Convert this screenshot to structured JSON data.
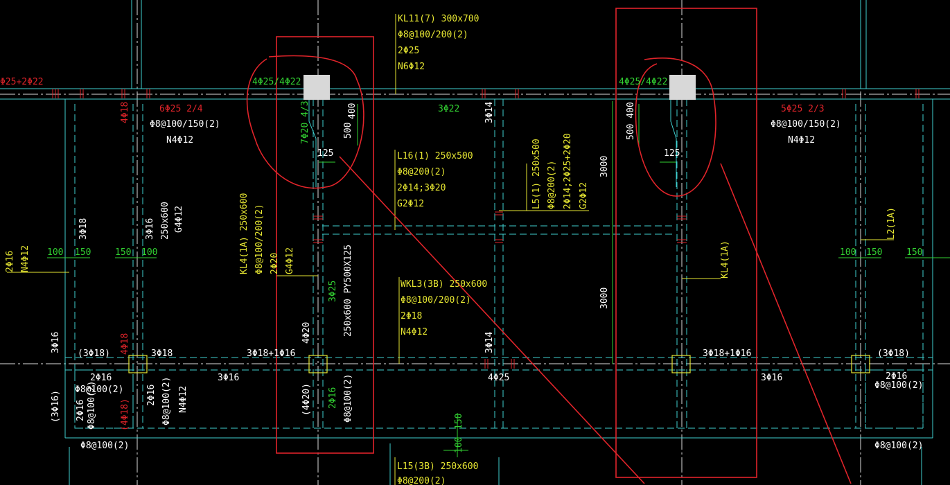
{
  "colors": {
    "background": "#000000",
    "beam_line": "#3fd0d0",
    "axis_line": "#dcdcdc",
    "yellow": "#e6e632",
    "green": "#32d232",
    "white": "#ffffff",
    "red": "#e0242a",
    "column_fill": "#d8d8d8"
  },
  "yellow_labels": {
    "kl11_l1": "KL11(7) 300x700",
    "kl11_l2": "Φ8@100/200(2)",
    "kl11_l3": "2Φ25",
    "kl11_l4": "N6Φ12",
    "l16_l1": "L16(1) 250x500",
    "l16_l2": "Φ8@200(2)",
    "l16_l3": "2Φ14;3Φ20",
    "l16_l4": "G2Φ12",
    "wkl3_l1": "WKL3(3B) 250x600",
    "wkl3_l2": "Φ8@100/200(2)",
    "wkl3_l3": "2Φ18",
    "wkl3_l4": "N4Φ12",
    "l15_l1": "L15(3B) 250x600",
    "l15_l2": "Φ8@200(2)",
    "l5_l1": "L5(1) 250x500",
    "l5_l2": "Φ8@200(2)",
    "l5_l3": "2Φ14;2Φ25+2Φ20",
    "l5_l4": "G2Φ12",
    "kl4_l1": "KL4(1A) 250x600",
    "kl4_l2": "Φ8@100/200(2)",
    "kl4_l3": "2Φ20",
    "kl4_l4": "G4Φ12",
    "kl4_right": "KL4(1A)",
    "l2_right": "L2(1A)",
    "n4_left": "N4Φ12",
    "twophi16_left": "2Φ16"
  },
  "green_labels": {
    "top_left_col": "4Φ25/4Φ22",
    "top_right_col": "4Φ25/4Φ22",
    "three_phi22": "3Φ22",
    "seven_phi20": "7Φ20 4/3",
    "three_phi25": "3Φ25",
    "two_phi16": "2Φ16",
    "dim_100_150_a": "100",
    "dim_150_a": "150",
    "dim_150_b": "150",
    "dim_100_b": "100",
    "dim_100_c": "100",
    "dim_150_c": "150",
    "dim_150_d": "150",
    "dim_100_bottom": "100",
    "dim_150_bottom": "150"
  },
  "white_labels": {
    "phi8_left": "Φ8@100/150(2)",
    "n4_left": "N4Φ12",
    "phi8_right": "Φ8@100/150(2)",
    "n4_right": "N4Φ12",
    "dim_400_l": "400",
    "dim_500_l": "500",
    "dim_125_l": "125",
    "dim_500_400_r": "500 400",
    "dim_125_r": "125",
    "dim_3000_top": "3000",
    "dim_3000_bottom": "3000",
    "three_phi14_top": "3Φ14",
    "three_phi14_bottom": "3Φ14",
    "three_phi18_left": "3Φ18",
    "three_phi16_a": "3Φ16",
    "phi16_a_left": "250x600",
    "g4_left": "G4Φ12",
    "three_phi16_vert": "3Φ16",
    "three_phi18_p": "(3Φ18)",
    "three_phi18": "3Φ18",
    "three_phi18_1phi16_l": "3Φ18+1Φ16",
    "three_phi16_b": "3Φ16",
    "four_phi25": "4Φ25",
    "three_phi18_1phi16_r": "3Φ18+1Φ16",
    "three_phi16_c": "3Φ16",
    "three_phi18_p_r": "(3Φ18)",
    "four_phi20": "4Φ20",
    "py500": "250x600 PY500X125",
    "bl_2phi16": "2Φ16",
    "bl_phi8": "Φ8@100(2)",
    "bl_3phi16_p": "(3Φ16)",
    "bl_2phi16_b": "2Φ16",
    "bl_phi8_b": "Φ8@100(2)",
    "bl_2phi16_c": "2Φ16",
    "bl_phi8_c": "Φ8@100(2)",
    "bl_n4": "N4Φ12",
    "bl_phi8_bottom": "Φ8@100(2)",
    "mid_4phi20_p": "(4Φ20)",
    "mid_phi8": "Φ8@100(2)",
    "br_2phi16": "2Φ16",
    "br_phi8": "Φ8@100(2)",
    "br_phi8_bottom": "Φ8@100(2)"
  },
  "red_labels": {
    "top_left": "Φ25+2Φ22",
    "six_phi25": "6Φ25 2/4",
    "four_phi18_top": "4Φ18",
    "five_phi25": "5Φ25 2/3",
    "four_phi18_mid": "4Φ18",
    "four_phi18_bottom": "(4Φ18)"
  }
}
